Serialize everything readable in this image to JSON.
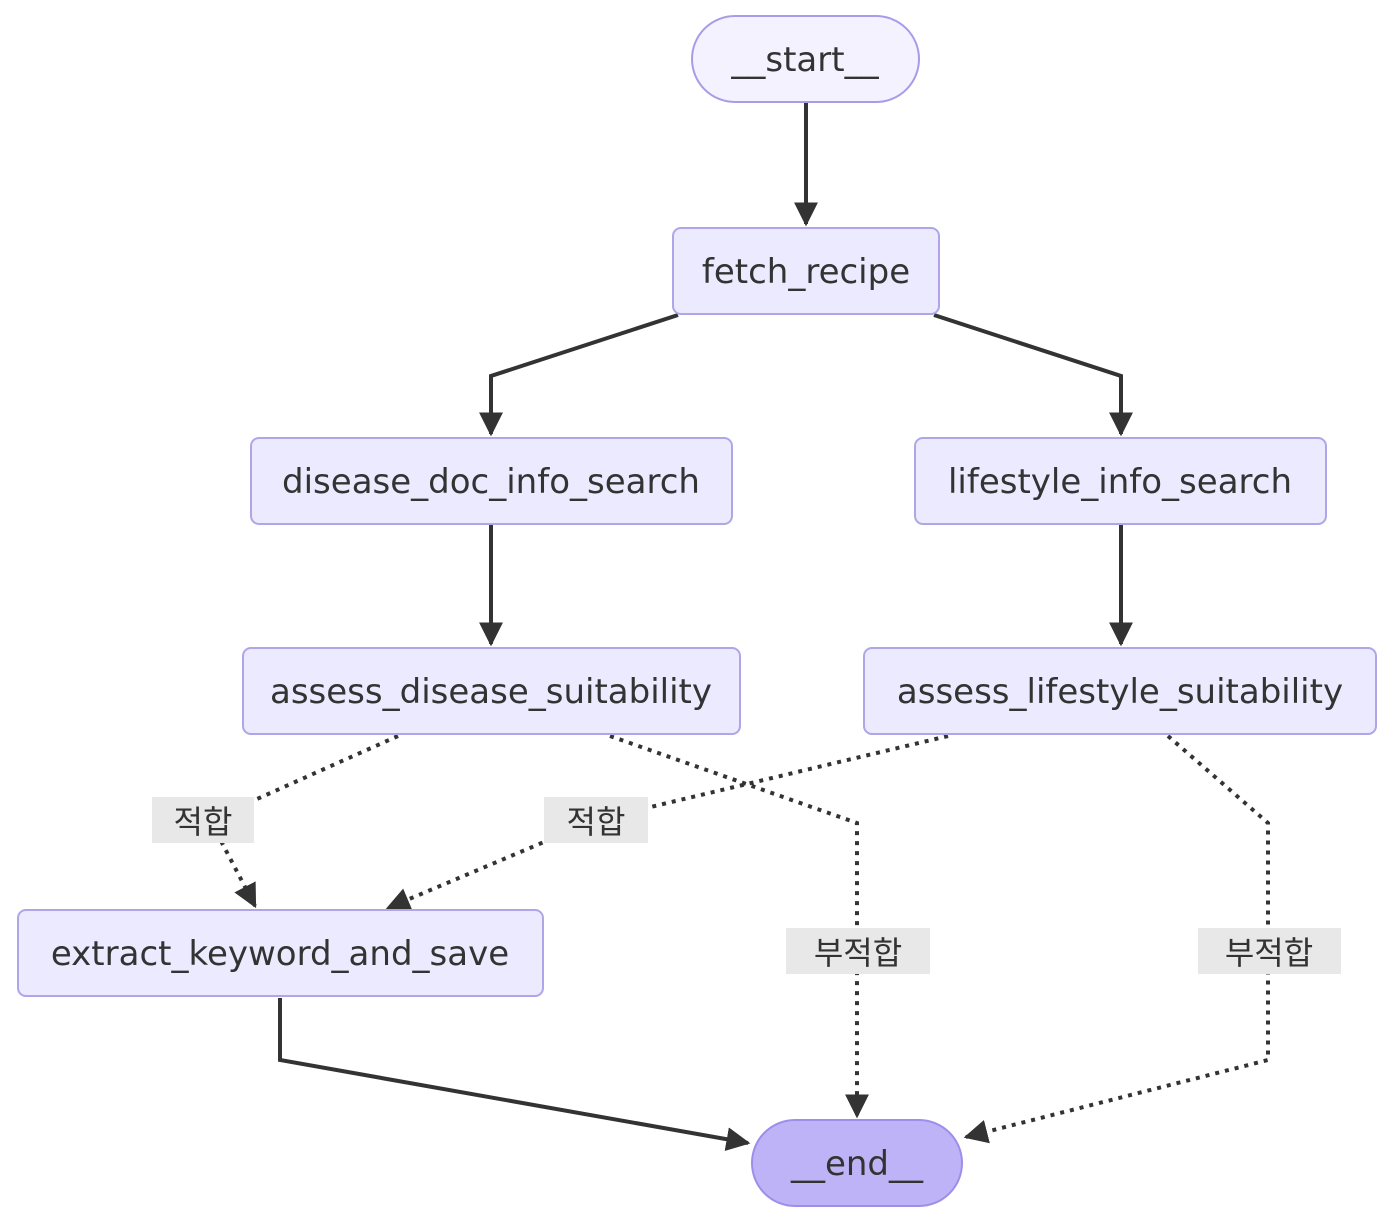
{
  "nodes": {
    "start": "__start__",
    "fetch_recipe": "fetch_recipe",
    "disease_doc_info_search": "disease_doc_info_search",
    "lifestyle_info_search": "lifestyle_info_search",
    "assess_disease_suitability": "assess_disease_suitability",
    "assess_lifestyle_suitability": "assess_lifestyle_suitability",
    "extract_keyword_and_save": "extract_keyword_and_save",
    "end": "__end__"
  },
  "edge_labels": {
    "disease_suitable": "적합",
    "lifestyle_suitable": "적합",
    "disease_unsuitable": "부적합",
    "lifestyle_unsuitable": "부적합"
  },
  "colors": {
    "node_fill": "#ECEAFE",
    "node_border": "#AFA5E8",
    "end_fill": "#BEB3F6",
    "edge": "#333333",
    "label_bg": "#E8E8E8"
  }
}
